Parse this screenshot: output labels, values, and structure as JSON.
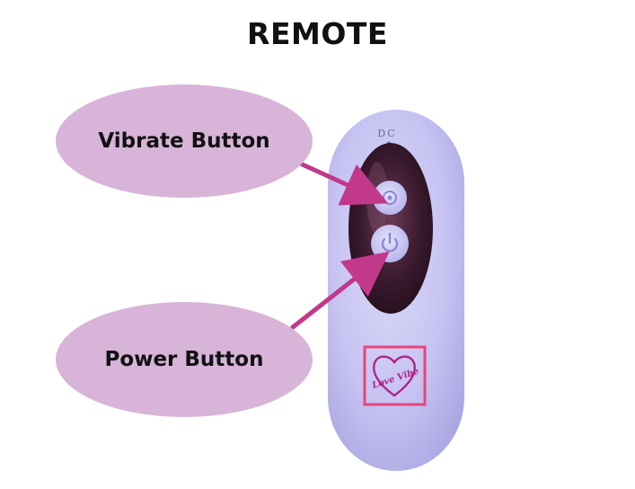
{
  "title": "REMOTE",
  "labels": {
    "vibrate": "Vibrate Button",
    "power": "Power Button"
  },
  "remote": {
    "dc_label": "DC",
    "logo_text": "Love Vibe"
  },
  "colors": {
    "bubble": "#d8b4d8",
    "arrow": "#c2388a",
    "remote_body": "#c3c0f0",
    "button_panel": "#3a1a2e",
    "logo_box": "#e8447a",
    "logo": "#b0248a"
  }
}
